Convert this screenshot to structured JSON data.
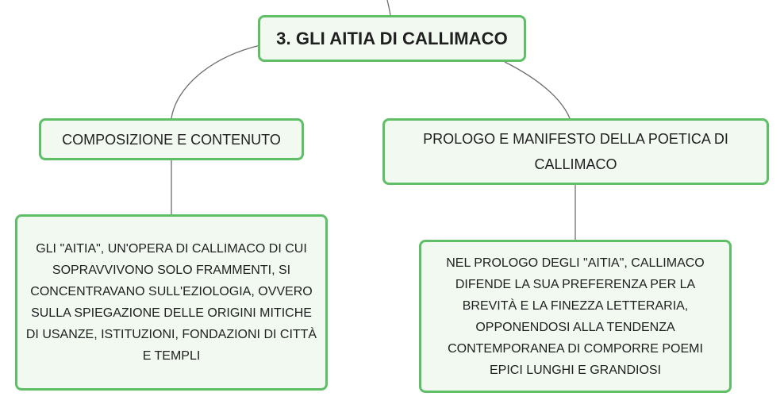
{
  "map": {
    "central": {
      "label": "3. GLI AITIA DI CALLIMACO"
    },
    "branches": [
      {
        "label": "COMPOSIZIONE E CONTENUTO",
        "detail": "GLI \"AITIA\", UN'OPERA DI CALLIMACO DI CUI SOPRAVVIVONO SOLO FRAMMENTI, SI CONCENTRAVANO SULL'EZIOLOGIA, OVVERO SULLA SPIEGAZIONE DELLE ORIGINI MITICHE DI USANZE, ISTITUZIONI, FONDAZIONI DI CITTÀ E TEMPLI"
      },
      {
        "label": "PROLOGO E MANIFESTO DELLA POETICA DI CALLIMACO",
        "detail": "NEL PROLOGO DEGLI \"AITIA\", CALLIMACO DIFENDE LA SUA PREFERENZA PER LA BREVITÀ E LA FINEZZA LETTERARIA, OPPONENDOSI ALLA TENDENZA CONTEMPORANEA DI COMPORRE POEMI EPICI LUNGHI E GRANDIOSI"
      }
    ]
  },
  "colors": {
    "node_border": "#5fbf67",
    "node_fill": "#f1f9f1",
    "connector": "#6e6e6e"
  }
}
